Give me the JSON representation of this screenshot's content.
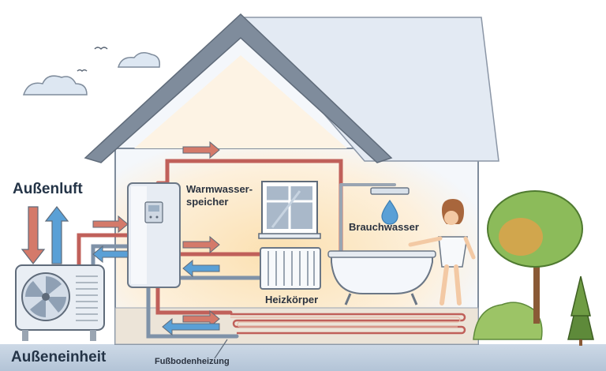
{
  "labels": {
    "outside_air": "Außenluft",
    "outdoor_unit": "Außeneinheit",
    "tank_line1": "Warmwasser-",
    "tank_line2": "speicher",
    "hot_water": "Brauchwasser",
    "radiator": "Heizkörper",
    "floor_heating": "Fußbodenheizung"
  },
  "colors": {
    "sky_cloud": "#dbe6f1",
    "wall": "#f4f7fb",
    "roof": "#7f8c9c",
    "warm_glow": "#fbe3b8",
    "warm_pipe": "#c0605a",
    "cool_pipe": "#7f92a8",
    "arrow_warm": "#d47a6a",
    "arrow_cool": "#5aa0d6",
    "ground": "#b9c9dc",
    "tree_green": "#8cbb5a"
  },
  "icons": [
    "fan-icon",
    "water-drop-icon",
    "display-panel-icon",
    "shower-head-icon"
  ]
}
